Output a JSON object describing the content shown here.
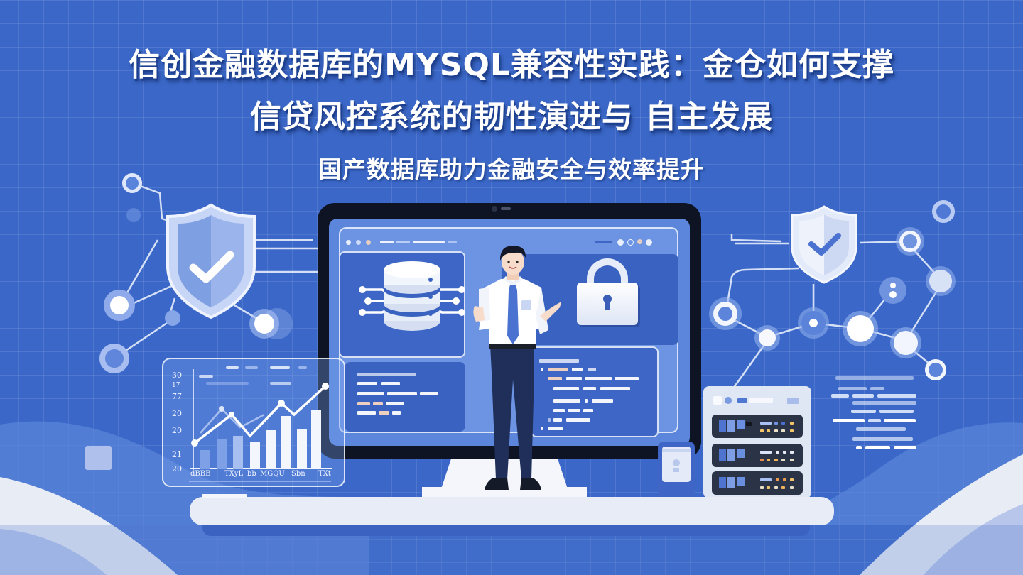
{
  "banner": {
    "title_line_1": "信创金融数据库的MYSQL兼容性实践：金仓如何支撑",
    "title_line_2": "信贷风控系统的韧性演进与  自主发展",
    "subtitle": "国产数据库助力金融安全与效率提升"
  },
  "illustration": {
    "elements": [
      "shield-check-icon-left",
      "shield-check-icon-right",
      "network-nodes",
      "monitor-with-dashboard",
      "database-icon",
      "padlock-icon",
      "presenter-person",
      "bar-line-chart-card",
      "server-rack",
      "mobile-phone",
      "stage-platform"
    ]
  },
  "chart_card": {
    "y_tick_labels": [
      "30",
      "17",
      "77",
      "20",
      "20",
      "21",
      "20"
    ],
    "x_tick_labels": [
      "dBBB",
      "TXyL",
      "bb",
      "MGQU",
      "Sbn",
      "TXt"
    ],
    "bars": [
      34,
      46,
      50,
      37,
      58,
      84,
      60,
      95
    ],
    "line_front": [
      10,
      57,
      27,
      72,
      52,
      95
    ],
    "line_back": [
      40,
      68,
      38,
      50
    ]
  },
  "colors": {
    "background": "#3b68c8",
    "accent_white": "#ffffff",
    "monitor_bezel": "#0e1424",
    "screen_blue": "#5b86dc",
    "stage": "#e7ecf6",
    "tie": "#4a72d0",
    "pants": "#1f2f59"
  }
}
